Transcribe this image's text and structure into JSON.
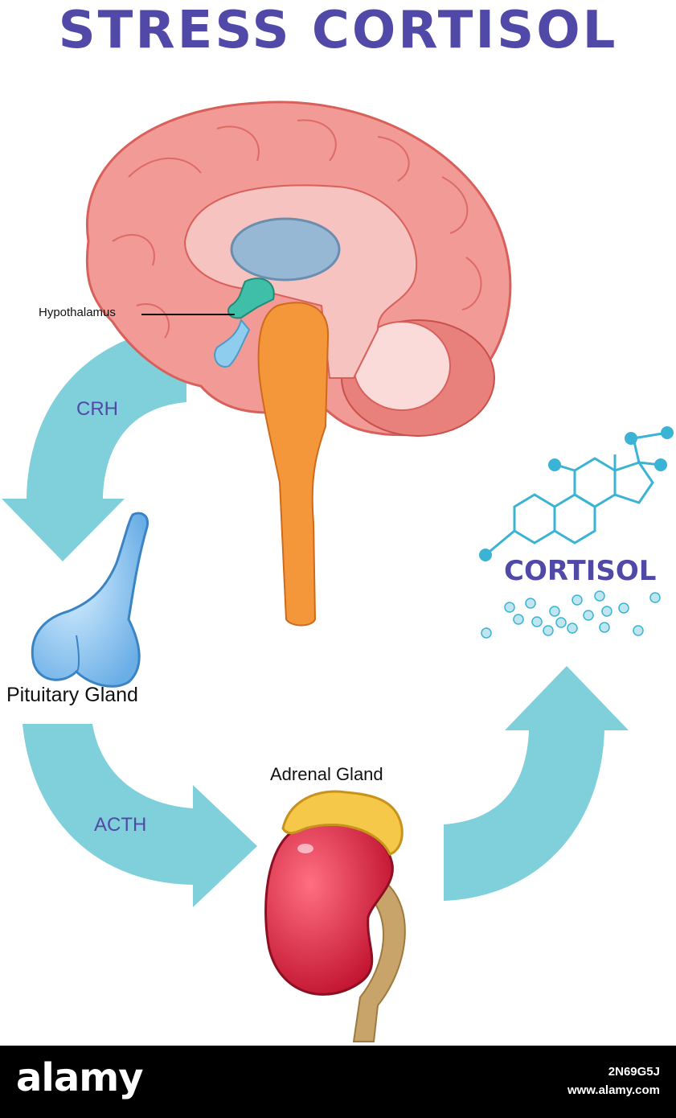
{
  "title": "STRESS CORTISOL",
  "labels": {
    "hypothalamus": "Hypothalamus",
    "crh": "CRH",
    "pituitary": "Pituitary Gland",
    "acth": "ACTH",
    "adrenal": "Adrenal Gland",
    "cortisol": "CORTISOL"
  },
  "watermark": {
    "brand": "alamy",
    "image_id": "2N69G5J",
    "site": "www.alamy.com"
  },
  "colors": {
    "title": "#5049a8",
    "arrow": "#7fd0da",
    "brain": "#f19a96",
    "brainstem": "#f4973b",
    "hypothalamus": "#3fbfa8",
    "pituitary": "#8fc8ef",
    "kidney": "#d9253f",
    "adrenal": "#f6c84a",
    "molecule": "#3ab3d4"
  }
}
